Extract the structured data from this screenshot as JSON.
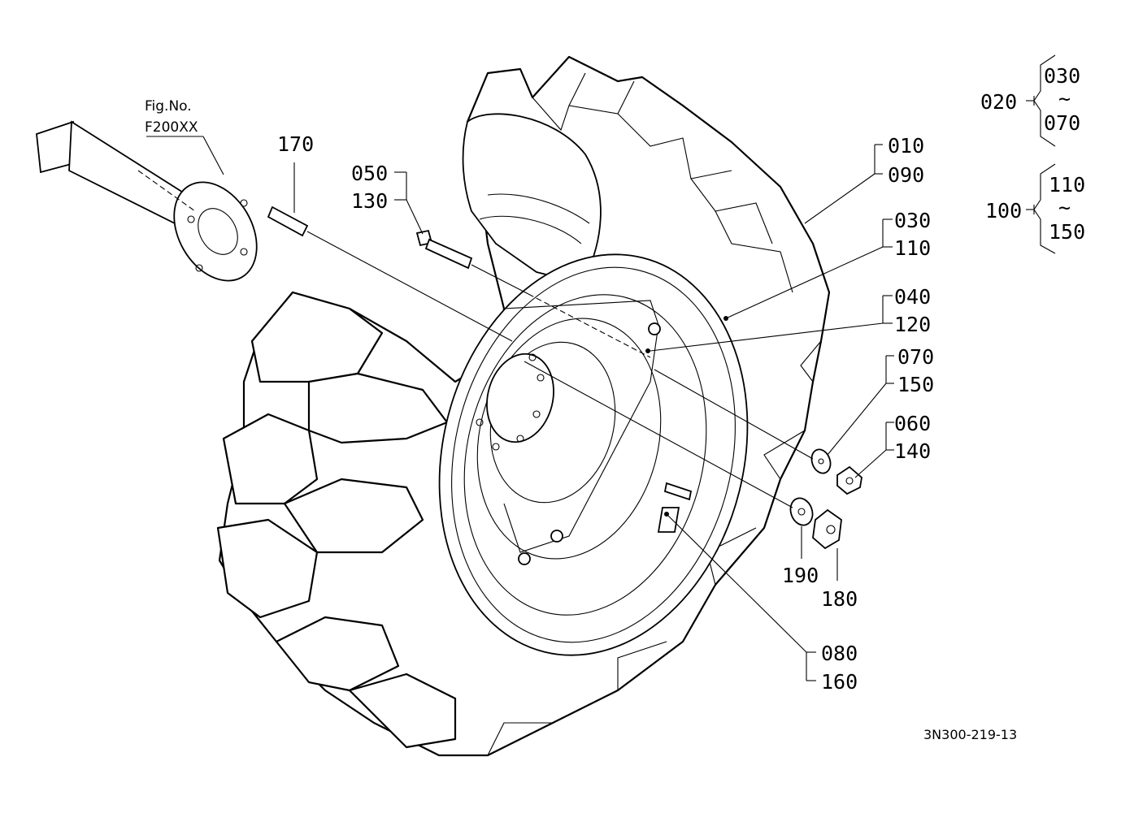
{
  "figure": {
    "fig_no_label": "Fig.No.",
    "fig_no_value": "F200XX",
    "drawing_code": "3N300-219-13"
  },
  "callouts": {
    "c170": "170",
    "c050": "050",
    "c130": "130",
    "c010": "010",
    "c090": "090",
    "c030": "030",
    "c110": "110",
    "c040": "040",
    "c120": "120",
    "c070": "070",
    "c150": "150",
    "c060": "060",
    "c140": "140",
    "c190": "190",
    "c180": "180",
    "c080": "080",
    "c160": "160"
  },
  "groups": [
    {
      "parent": "020",
      "from": "030",
      "tilde": "~",
      "to": "070"
    },
    {
      "parent": "100",
      "from": "110",
      "tilde": "~",
      "to": "150"
    }
  ]
}
